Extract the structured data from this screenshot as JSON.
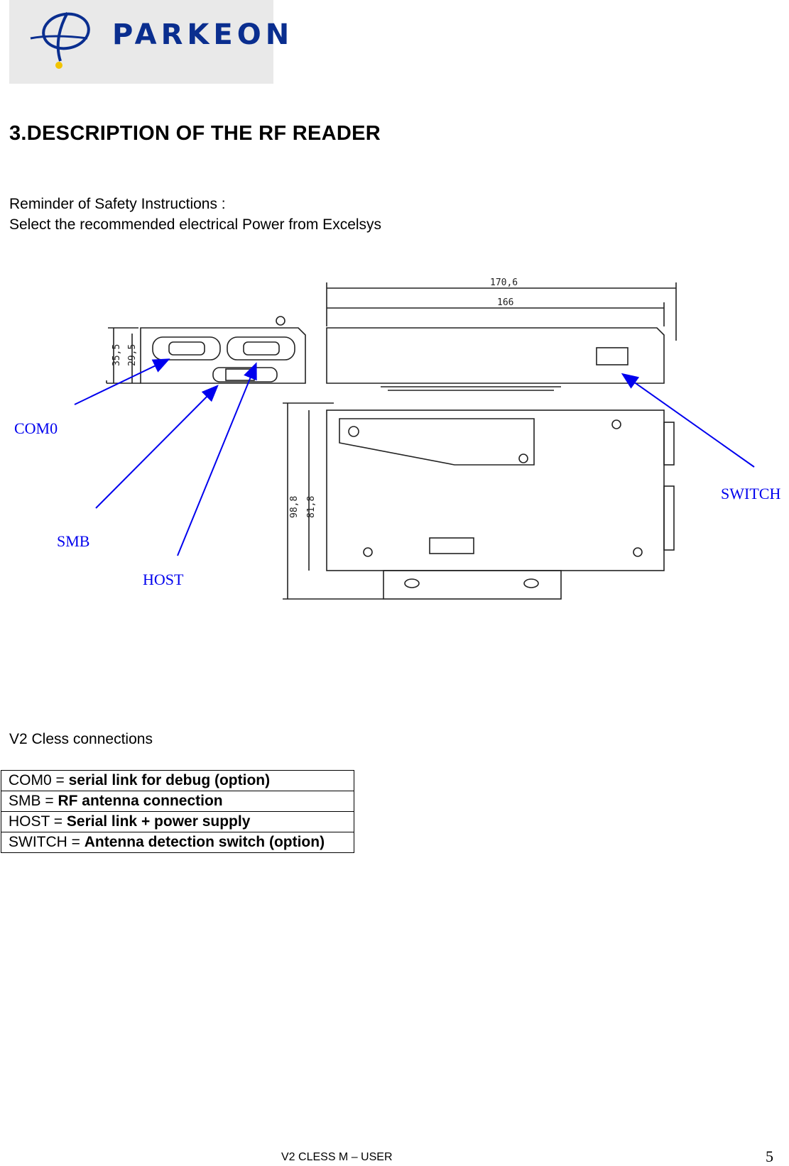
{
  "header": {
    "logo_text": "PARKEON"
  },
  "section": {
    "heading": "3.DESCRIPTION OF THE RF READER"
  },
  "reminder": {
    "line1": "Reminder of Safety Instructions :",
    "line2": "Select the recommended electrical Power from Excelsys"
  },
  "figure": {
    "labels": {
      "com0": "COM0",
      "smb": "SMB",
      "host": "HOST",
      "switch": "SWITCH"
    },
    "dimensions": {
      "width_outer": "170,6",
      "width_inner": "166",
      "height_outer": "35,5",
      "height_inner": "29,5",
      "depth_outer": "98,8",
      "depth_inner": "81,8"
    }
  },
  "connections": {
    "title": "V2 Cless connections",
    "rows": [
      {
        "name": "COM0 = ",
        "value": "serial link for debug (option)"
      },
      {
        "name": "SMB = ",
        "value": "RF antenna connection"
      },
      {
        "name": "HOST = ",
        "value": "Serial link + power supply"
      },
      {
        "name": "SWITCH = ",
        "value": "Antenna detection switch (option)"
      }
    ]
  },
  "footer": {
    "doc_title": "V2 CLESS M – USER",
    "page_number": "5"
  },
  "colors": {
    "brand": "#0a2e8f",
    "label_blue": "#0000ee"
  }
}
